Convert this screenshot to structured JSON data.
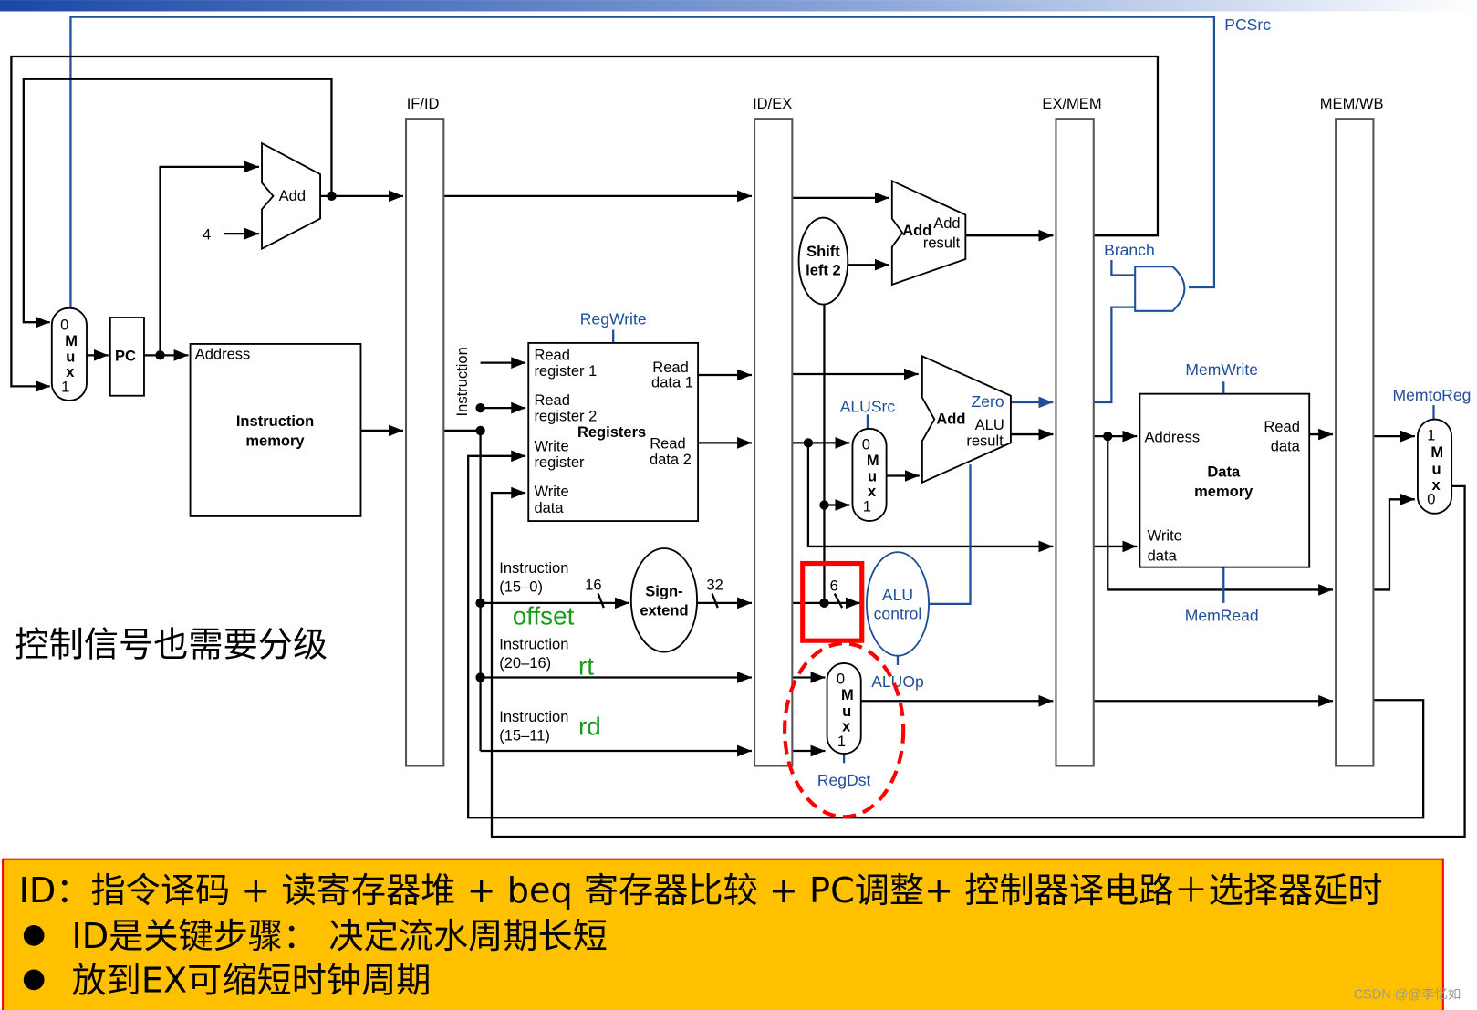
{
  "pipeline_registers": [
    "IF/ID",
    "ID/EX",
    "EX/MEM",
    "MEM/WB"
  ],
  "if_stage": {
    "pc": "PC",
    "add": "Add",
    "const_four": "4",
    "mux": {
      "in0": "0",
      "letters": [
        "M",
        "u",
        "x"
      ],
      "in1": "1"
    },
    "imem": {
      "address": "Address",
      "title1": "Instruction",
      "title2": "memory"
    }
  },
  "id_stage": {
    "instruction_label": "Instruction",
    "regwrite": "RegWrite",
    "registers": {
      "read_reg1": [
        "Read",
        "register 1"
      ],
      "read_reg2": [
        "Read",
        "register 2"
      ],
      "write_reg": [
        "Write",
        "register"
      ],
      "write_data": [
        "Write",
        "data"
      ],
      "read_data1": [
        "Read",
        "data 1"
      ],
      "read_data2": [
        "Read",
        "data 2"
      ],
      "title": "Registers"
    },
    "field_15_0": [
      "Instruction",
      "(15–0)"
    ],
    "field_20_16": [
      "Instruction",
      "(20–16)"
    ],
    "field_15_11": [
      "Instruction",
      "(15–11)"
    ],
    "sign_extend": [
      "Sign-",
      "extend"
    ],
    "width_16": "16",
    "width_32": "32",
    "offset": "offset",
    "rt": "rt",
    "rd": "rd"
  },
  "ex_stage": {
    "shift_left": [
      "Shift",
      "left 2"
    ],
    "branch_add": {
      "add": "Add",
      "add2": "Add",
      "result": "result"
    },
    "alu": {
      "add": "Add",
      "zero": "Zero",
      "alu": "ALU",
      "result": "result"
    },
    "alusrc": "ALUSrc",
    "alusrc_mux": {
      "in0": "0",
      "letters": [
        "M",
        "u",
        "x"
      ],
      "in1": "1"
    },
    "width_6": "6",
    "alu_control": [
      "ALU",
      "control"
    ],
    "aluop": "ALUOp",
    "regdst_mux": {
      "in0": "0",
      "letters": [
        "M",
        "u",
        "x"
      ],
      "in1": "1"
    },
    "regdst": "RegDst"
  },
  "mem_stage": {
    "pcsrc": "PCSrc",
    "branch": "Branch",
    "memwrite": "MemWrite",
    "memread": "MemRead",
    "dmem": {
      "address": "Address",
      "read_data": [
        "Read",
        "data"
      ],
      "title": [
        "Data",
        "memory"
      ],
      "write_data": [
        "Write",
        "data"
      ]
    }
  },
  "wb_stage": {
    "memtoreg": "MemtoReg",
    "mux": {
      "in1": "1",
      "letters": [
        "M",
        "u",
        "x"
      ],
      "in0": "0"
    }
  },
  "annotation": "控制信号也需要分级",
  "note_box": {
    "line1": "ID：指令译码 + 读寄存器堆 + beq 寄存器比较 + PC调整+ 控制器译电路＋选择器延时",
    "bullets": [
      "ID是关键步骤：  决定流水周期长短",
      "放到EX可缩短时钟周期"
    ],
    "bullet_icon": "filled-circle-bullet"
  },
  "watermark": "CSDN @@李忆如",
  "colors": {
    "control": "#1f4e9a",
    "highlight": "#ff0000",
    "note_bg": "#ffc000",
    "label_green": "#1a9a1a"
  }
}
